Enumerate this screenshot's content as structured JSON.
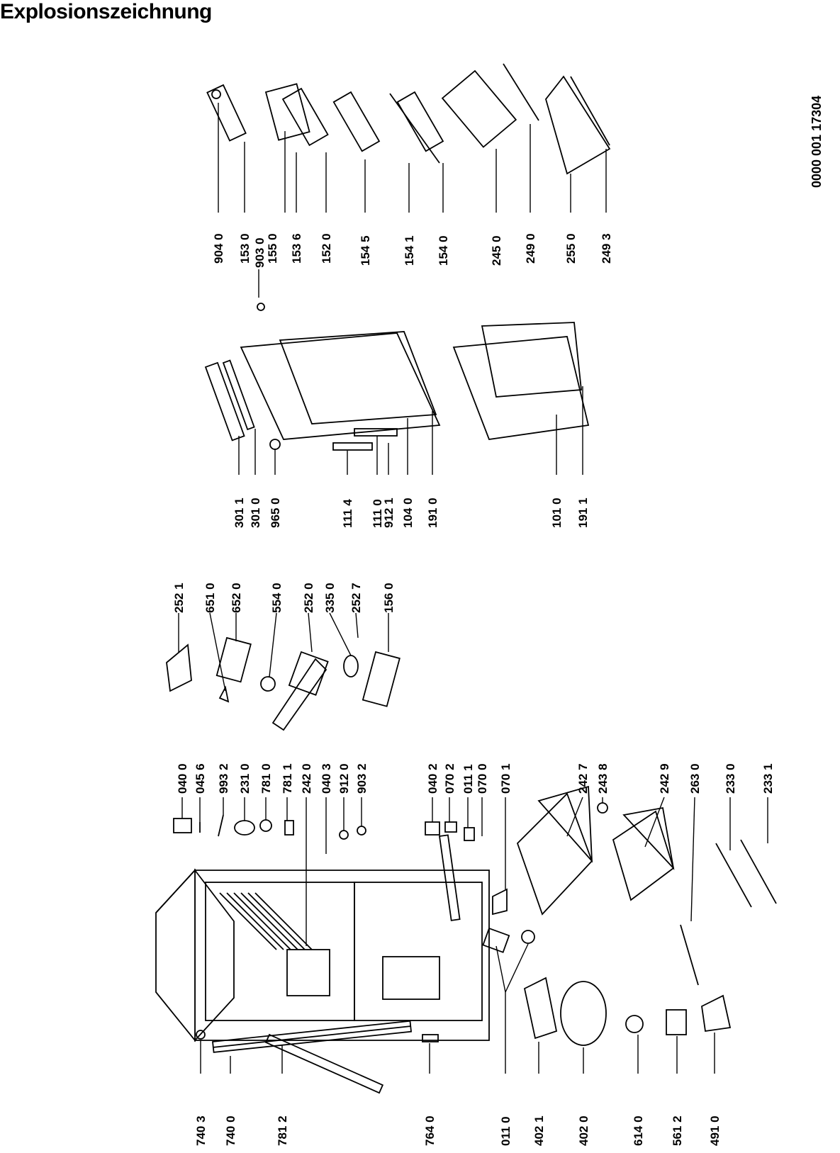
{
  "title": "Explosionszeichnung",
  "document_number": "0000 001 17304",
  "groups": {
    "door_parts": [
      "904 0",
      "153 0",
      "903 0",
      "155 0",
      "153 6",
      "152 0",
      "154 5",
      "154 1",
      "154 0",
      "245 0",
      "249 0",
      "255 0",
      "249 3"
    ],
    "freezer_door": [
      "301 1",
      "301 0",
      "965 0",
      "111 4",
      "111 0",
      "912 1",
      "104 0",
      "191 0",
      "101 0",
      "191 1"
    ],
    "controls": [
      "252 1",
      "651 0",
      "652 0",
      "554 0",
      "252 0",
      "335 0",
      "252 7",
      "156 0"
    ],
    "cabinet_hardware": [
      "040 0",
      "045 6",
      "993 2",
      "231 0",
      "781 0",
      "781 1",
      "242 0",
      "040 3",
      "912 0",
      "903 2",
      "040 2",
      "070 2",
      "011 1",
      "070 0",
      "070 1",
      "242 7",
      "243 8",
      "242 9",
      "263 0",
      "233 0",
      "233 1"
    ],
    "bottom_parts": [
      "740 3",
      "740 0",
      "781 2",
      "764 0",
      "011 0",
      "402 1",
      "402 0",
      "614 0",
      "561 2",
      "491 0"
    ]
  }
}
